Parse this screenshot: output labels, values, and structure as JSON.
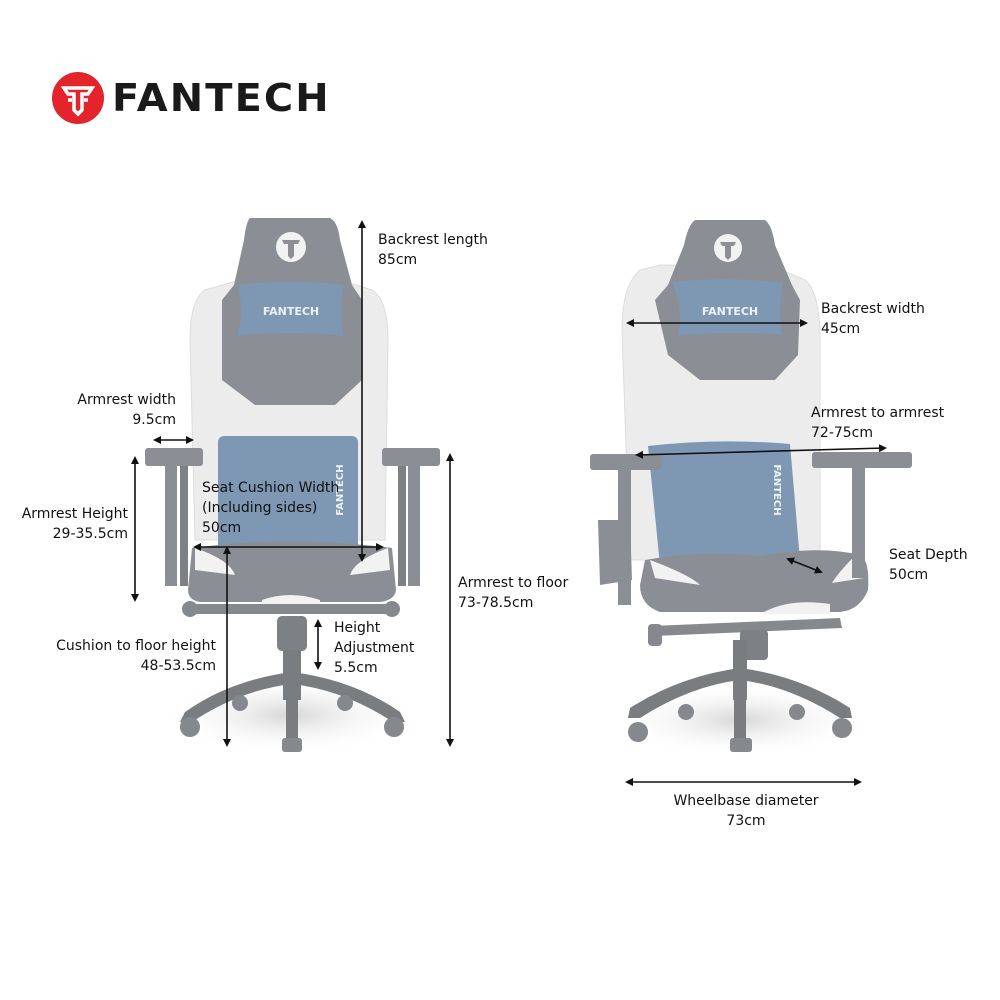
{
  "brand": {
    "name": "FANTECH",
    "accent_color": "#e3242b",
    "text_color": "#1a1a1a"
  },
  "chairs": {
    "front_view": {
      "headrest_pillow_text": "FANTECH",
      "lumbar_cushion_text": "FANTECH",
      "colors": {
        "frame": "#8a8e93",
        "pillow": "#7e97b3",
        "white_panel": "#ececec",
        "base": "#7a7d80"
      }
    },
    "side_view": {
      "headrest_pillow_text": "FANTECH",
      "lumbar_cushion_text": "FANTECH",
      "colors": {
        "frame": "#8a8e93",
        "pillow": "#7e97b3",
        "white_panel": "#ececec",
        "base": "#7a7d80"
      }
    }
  },
  "dimensions": {
    "backrest_length": {
      "title": "Backrest length",
      "value": "85cm"
    },
    "armrest_width": {
      "title": "Armrest width",
      "value": "9.5cm"
    },
    "armrest_height": {
      "title": "Armrest Height",
      "value": "29-35.5cm"
    },
    "seat_cushion_width": {
      "title": "Seat Cushion Width",
      "subtitle": "(Including sides)",
      "value": "50cm"
    },
    "armrest_to_floor": {
      "title": "Armrest to floor",
      "value": "73-78.5cm"
    },
    "cushion_to_floor": {
      "title": "Cushion to floor height",
      "value": "48-53.5cm"
    },
    "height_adjustment": {
      "title": "Height",
      "title2": "Adjustment",
      "value": "5.5cm"
    },
    "backrest_width": {
      "title": "Backrest width",
      "value": "45cm"
    },
    "armrest_to_armrest": {
      "title": "Armrest to armrest",
      "value": "72-75cm"
    },
    "seat_depth": {
      "title": "Seat Depth",
      "value": "50cm"
    },
    "wheelbase_diameter": {
      "title": "Wheelbase diameter",
      "value": "73cm"
    }
  }
}
